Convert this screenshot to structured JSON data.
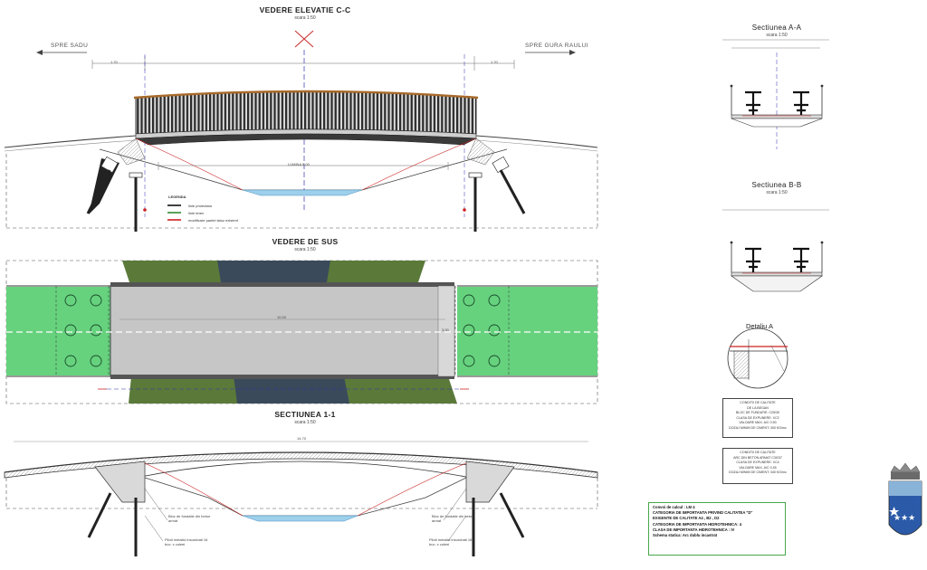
{
  "views": {
    "elevation": {
      "title": "VEDERE ELEVATIE C-C",
      "scale": "scara 1:50"
    },
    "plan": {
      "title": "VEDERE DE SUS",
      "scale": "scara 1:50"
    },
    "section11": {
      "title": "SECTIUNEA 1-1",
      "scale": "scara 1:50"
    },
    "sectionAA": {
      "title": "Sectiunea A-A",
      "scale": "scara 1:50"
    },
    "sectionBB": {
      "title": "Sectiunea B-B",
      "scale": "scara 1:50"
    },
    "detailA": {
      "title": "Detaliu A"
    }
  },
  "directions": {
    "left": "SPRE SADU",
    "right": "SPRE GURA RAULUI"
  },
  "legend": {
    "title": "LEGENDA",
    "items": [
      {
        "label": "linie proiectata",
        "color": "#111111"
      },
      {
        "label": "linie teren",
        "color": "#2f8a2f"
      },
      {
        "label": "modificare pantei taluz existent",
        "color": "#cc2222"
      }
    ]
  },
  "dims": {
    "span": "LUMINA 8.00",
    "total": "14.70",
    "plan_len": "10.00",
    "plan_w": "3.00",
    "side": "1.70"
  },
  "notes": {
    "fund_block": "Bloc de fundatie din beton armat",
    "piles": "Piloti metalici insurubati 16 buc. x culeei"
  },
  "spec_box1": [
    "CONDITII DE CALITATE",
    "DE LA BEGAN",
    "BLOC DE FUNDATIE: C25/30",
    "CLASA DE EXPUNERE: XC2",
    "VALOARE MAX. A/C 0.50",
    "DOZAJ MINIM DE CIMENT: 300 KG/mc"
  ],
  "spec_box2": [
    "CONDITII DE CALITATE",
    "ARC DIN BETON ARMAT C30/37",
    "CLASA DE EXPUNERE: XC4",
    "VALOARE MAX. A/C 0.45",
    "DOZAJ MINIM DE CIMENT: 340 KG/mc"
  ],
  "calc_box": [
    "Convoi de calcul : LM 4",
    "CATEGORIA DE IMPORTANTA PRIVIND CALITATEA \"D\"",
    "EXIGENTE DE CALITATE A4 , B2 , D2",
    "CATEGORIA DE IMPORTANTA HIDROTEHNICA: 4",
    "CLASA DE IMPORTANTA HIDROTEHNICA : IV",
    "Schema statica: Arc dublu incastrat"
  ],
  "colors": {
    "green": "#66d27e",
    "dark": "#333333",
    "water": "#9ed0ec",
    "red": "#cc2222",
    "accent": "#2f2fb0"
  }
}
